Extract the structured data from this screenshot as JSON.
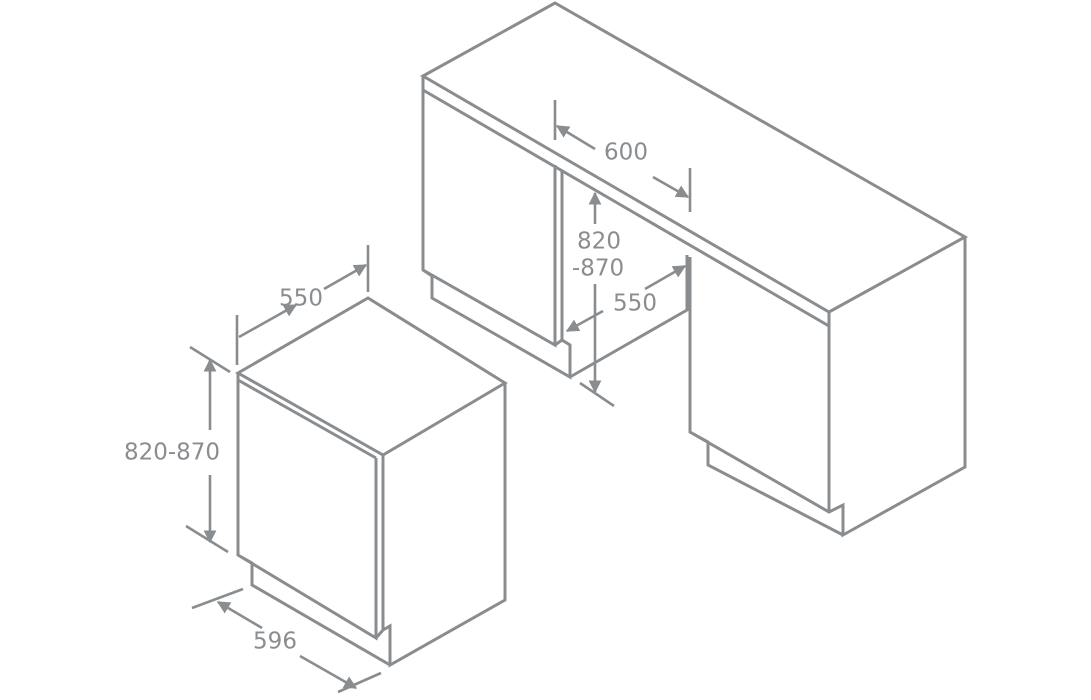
{
  "line_color": "#8a8d90",
  "dishwasher": {
    "depth_label": "550",
    "height_label": "820-870",
    "width_label": "596"
  },
  "niche": {
    "width_label": "600",
    "height_label_line1": "820",
    "height_label_line2": "-870",
    "depth_label": "550"
  }
}
